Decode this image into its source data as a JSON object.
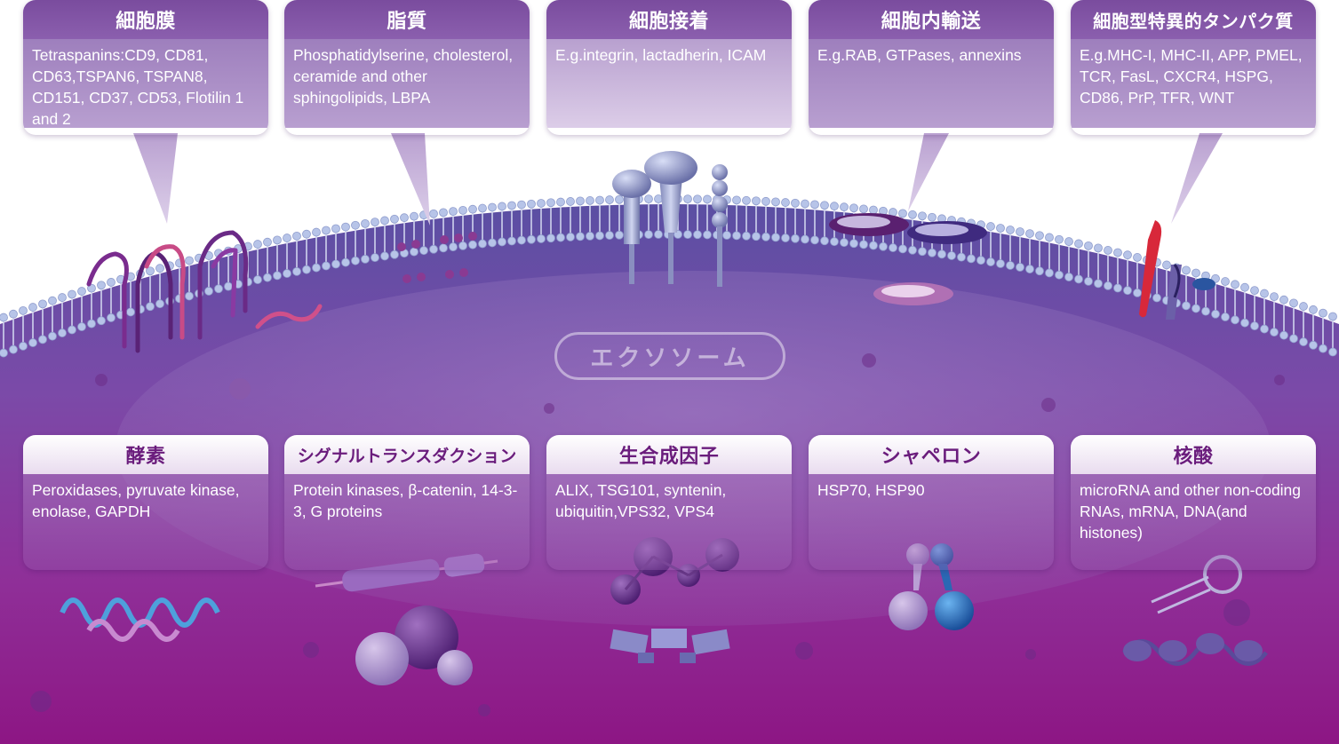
{
  "exosome_label": "エクソソーム",
  "top_boxes": [
    {
      "title": "細胞膜",
      "text": "Tetraspanins:CD9, CD81, CD63,TSPAN6, TSPAN8, CD151, CD37, CD53, Flotilin 1 and 2"
    },
    {
      "title": "脂質",
      "text": "Phosphatidylserine, cholesterol, ceramide and other sphingolipids, LBPA"
    },
    {
      "title": "細胞接着",
      "text": "E.g.integrin, lactadherin, ICAM"
    },
    {
      "title": "細胞内輸送",
      "text": "E.g.RAB, GTPases, annexins"
    },
    {
      "title": "細胞型特異的タンパク質",
      "text": "E.g.MHC-I, MHC-II, APP, PMEL, TCR, FasL, CXCR4, HSPG, CD86, PrP, TFR, WNT"
    }
  ],
  "bottom_boxes": [
    {
      "title": "酵素",
      "text": "Peroxidases, pyruvate kinase, enolase, GAPDH"
    },
    {
      "title": "シグナルトランスダクション",
      "text": "Protein kinases, β-catenin, 14-3-3, G proteins"
    },
    {
      "title": "生合成因子",
      "text": "ALIX, TSG101, syntenin, ubiquitin,VPS32, VPS4"
    },
    {
      "title": "シャペロン",
      "text": "HSP70, HSP90"
    },
    {
      "title": "核酸",
      "text": "microRNA and other non-coding RNAs, mRNA, DNA(and histones)"
    }
  ],
  "colors": {
    "background_top": "#ffffff",
    "exosome_interior": "#8a55b0",
    "exosome_bottom": "#8a1a86",
    "box_header_top": "#7a4c9e",
    "box_title_bottom": "#6a1c7c",
    "membrane_head": "#b7c4e8"
  }
}
